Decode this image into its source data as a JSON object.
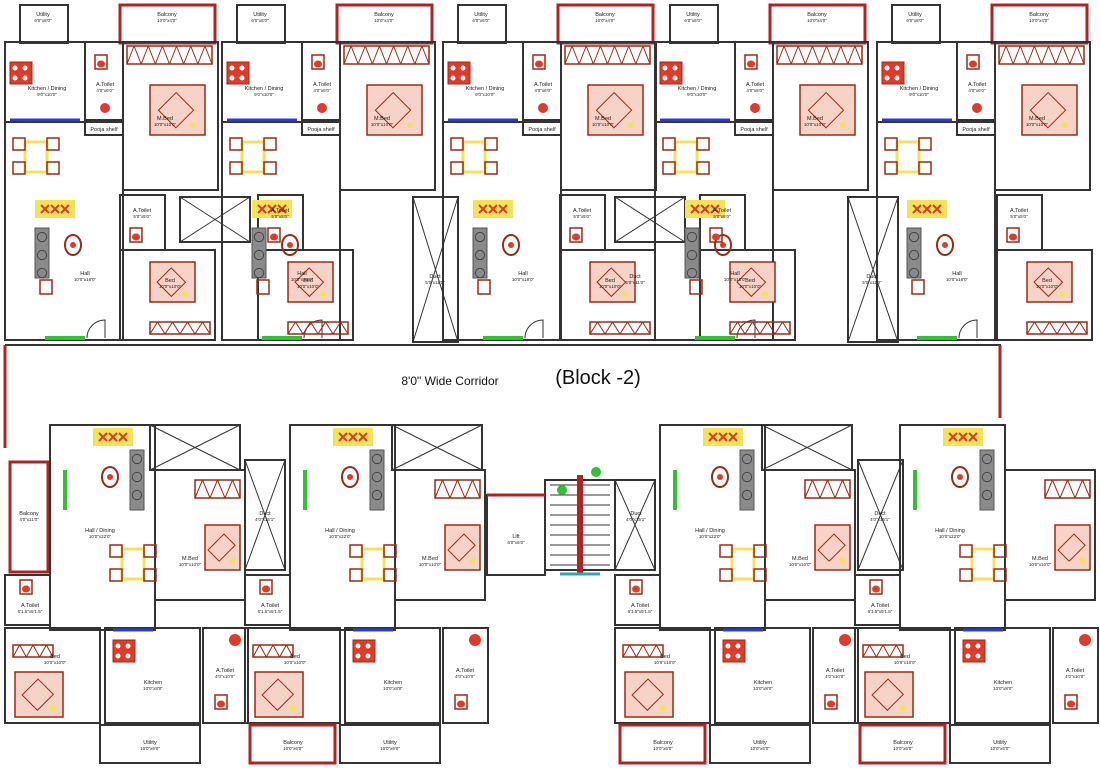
{
  "plan": {
    "block_label": "(Block -2)",
    "corridor_label": "8'0\" Wide Corridor",
    "top_units": [
      {
        "utility": "Utility",
        "utility_dim": "6'0\"x6'0\"",
        "balcony": "Balcony",
        "balcony_dim": "10'0\"x4'0\"",
        "kitchen": "Kitchen / Dining",
        "kitchen_dim": "9'0\"x10'0\"",
        "toilet": "A.Toilet",
        "toilet_dim": "4'0\"x6'0\"",
        "pooja": "Pooja shelf",
        "mbed": "M.Bed",
        "mbed_dim": "10'0\"x10'0\"",
        "hall": "Hall",
        "hall_dim": "10'0\"x18'0\""
      },
      {
        "utility": "Utility",
        "utility_dim": "6'0\"x6'0\"",
        "balcony": "Balcony",
        "balcony_dim": "10'0\"x4'0\"",
        "kitchen": "Kitchen / Dining",
        "kitchen_dim": "9'0\"x10'0\"",
        "toilet": "A.Toilet",
        "toilet_dim": "4'0\"x6'0\"",
        "pooja": "Pooja shelf",
        "mbed": "M.Bed",
        "mbed_dim": "10'0\"x10'0\"",
        "hall": "Hall",
        "hall_dim": "10'0\"x18'0\""
      },
      {
        "utility": "Utility",
        "utility_dim": "6'0\"x6'0\"",
        "balcony": "Balcony",
        "balcony_dim": "10'0\"x4'0\"",
        "kitchen": "Kitchen / Dining",
        "kitchen_dim": "9'0\"x10'0\"",
        "toilet": "A.Toilet",
        "toilet_dim": "4'0\"x6'0\"",
        "pooja": "Pooja shelf",
        "mbed": "M.Bed",
        "mbed_dim": "10'0\"x10'0\"",
        "hall": "Hall",
        "hall_dim": "10'0\"x18'0\""
      },
      {
        "utility": "Utility",
        "utility_dim": "6'0\"x6'0\"",
        "balcony": "Balcony",
        "balcony_dim": "10'0\"x4'0\"",
        "kitchen": "Kitchen / Dining",
        "kitchen_dim": "9'0\"x10'0\"",
        "toilet": "A.Toilet",
        "toilet_dim": "4'0\"x6'0\"",
        "pooja": "Pooja shelf",
        "mbed": "M.Bed",
        "mbed_dim": "10'0\"x10'0\"",
        "hall": "Hall",
        "hall_dim": "10'0\"x18'0\""
      },
      {
        "utility": "Utility",
        "utility_dim": "6'0\"x6'0\"",
        "balcony": "Balcony",
        "balcony_dim": "10'0\"x4'0\"",
        "kitchen": "Kitchen / Dining",
        "kitchen_dim": "9'0\"x10'0\"",
        "toilet": "A.Toilet",
        "toilet_dim": "4'0\"x6'0\"",
        "pooja": "Pooja shelf",
        "mbed": "M.Bed",
        "mbed_dim": "10'0\"x10'0\"",
        "hall": "Hall",
        "hall_dim": "10'0\"x18'0\""
      }
    ],
    "top_small": [
      {
        "toilet": "A.Toilet",
        "toilet_dim": "5'0\"x5'0\"",
        "bed": "Bed",
        "bed_dim": "10'0\"x10'0\""
      },
      {
        "toilet": "A.Toilet",
        "toilet_dim": "5'0\"x5'0\"",
        "bed": "Bed",
        "bed_dim": "10'0\"x10'0\""
      },
      {
        "toilet": "A.Toilet",
        "toilet_dim": "5'0\"x5'0\"",
        "bed": "Bed",
        "bed_dim": "10'0\"x10'0\""
      },
      {
        "toilet": "A.Toilet",
        "toilet_dim": "5'0\"x5'0\"",
        "bed": "Bed",
        "bed_dim": "10'0\"x10'0\""
      },
      {
        "toilet": "A.Toilet",
        "toilet_dim": "5'0\"x5'0\"",
        "bed": "Bed",
        "bed_dim": "10'0\"x10'0\""
      }
    ],
    "duct_top": [
      {
        "label": "Duct",
        "dim": "5'0\"x11'0\""
      },
      {
        "label": "Duct",
        "dim": "5'0\"x11'0\""
      },
      {
        "label": "Duct",
        "dim": "5'0\"x11'0\""
      }
    ],
    "bottom_units": [
      {
        "balcony": "Balcony",
        "balcony_dim": "4'0\"x11'0\"",
        "hall": "Hall / Dining",
        "hall_dim": "10'0\"x22'0\"",
        "mbed": "M.Bed",
        "mbed_dim": "10'0\"x10'0\"",
        "toilet": "A.Toilet",
        "toilet_dim": "6'1.5\"x5'1.5\"",
        "bed": "Bed",
        "bed_dim": "10'0\"x10'0\"",
        "kitchen": "Kitchen",
        "kitchen_dim": "10'0\"x8'0\"",
        "toilet2": "A.Toilet",
        "toilet2_dim": "4'0\"x10'0\"",
        "utility": "Utility",
        "utility_dim": "10'0\"x6'0\""
      },
      {
        "balcony": "Balcony",
        "balcony_dim": "10'0\"x6'0\"",
        "hall": "Hall / Dining",
        "hall_dim": "10'0\"x22'0\"",
        "mbed": "M.Bed",
        "mbed_dim": "10'0\"x10'0\"",
        "toilet": "A.Toilet",
        "toilet_dim": "6'1.5\"x5'1.5\"",
        "bed": "Bed",
        "bed_dim": "10'0\"x10'0\"",
        "kitchen": "Kitchen",
        "kitchen_dim": "10'0\"x8'0\"",
        "toilet2": "A.Toilet",
        "toilet2_dim": "4'0\"x10'0\"",
        "utility": "Utility",
        "utility_dim": "10'0\"x6'0\""
      },
      {
        "balcony": "Balcony",
        "balcony_dim": "10'0\"x6'0\"",
        "hall": "Hall / Dining",
        "hall_dim": "10'0\"x22'0\"",
        "mbed": "M.Bed",
        "mbed_dim": "10'0\"x10'0\"",
        "toilet": "A.Toilet",
        "toilet_dim": "6'1.5\"x5'1.5\"",
        "bed": "Bed",
        "bed_dim": "10'0\"x10'0\"",
        "kitchen": "Kitchen",
        "kitchen_dim": "10'0\"x8'0\"",
        "toilet2": "A.Toilet",
        "toilet2_dim": "4'0\"x10'0\"",
        "utility": "Utility",
        "utility_dim": "10'0\"x6'0\""
      },
      {
        "balcony": "Balcony",
        "balcony_dim": "10'0\"x6'0\"",
        "hall": "Hall / Dining",
        "hall_dim": "10'0\"x22'0\"",
        "mbed": "M.Bed",
        "mbed_dim": "10'0\"x10'0\"",
        "toilet": "A.Toilet",
        "toilet_dim": "6'1.5\"x5'1.5\"",
        "bed": "Bed",
        "bed_dim": "10'0\"x10'0\"",
        "kitchen": "Kitchen",
        "kitchen_dim": "10'0\"x8'0\"",
        "toilet2": "A.Toilet",
        "toilet2_dim": "4'0\"x10'0\"",
        "utility": "Utility",
        "utility_dim": "10'0\"x6'0\""
      }
    ],
    "duct_bottom": [
      {
        "label": "Duct",
        "dim": "4'0\"x15'1\""
      },
      {
        "label": "Duct",
        "dim": "4'0\"x15'1\""
      },
      {
        "label": "Duct",
        "dim": "4'0\"x15'1\""
      }
    ],
    "lift": {
      "label": "Lift",
      "dim": "6'0\"x6'0\""
    }
  },
  "colors": {
    "wall": "#333333",
    "accent": "#b22222",
    "furniture": "#9b2a12",
    "fill_red": "#e23a2a",
    "yellow": "#f3e35a",
    "green": "#2fc42f",
    "blue": "#2b3cd6",
    "gray": "#8a8a8a"
  }
}
